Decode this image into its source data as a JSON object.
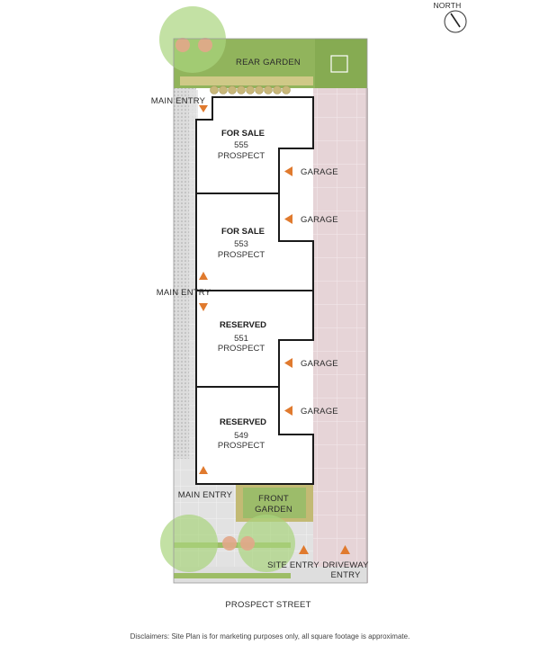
{
  "compass": {
    "label": "NORTH",
    "icon": "north-arrow-icon"
  },
  "labels": {
    "rear_garden": "REAR GARDEN",
    "main_entry_top": "MAIN ENTRY",
    "main_entry_middle": "MAIN ENTRY",
    "main_entry_bottom": "MAIN ENTRY",
    "garage_1": "GARAGE",
    "garage_2": "GARAGE",
    "garage_3": "GARAGE",
    "garage_4": "GARAGE",
    "front_garden_line1": "FRONT",
    "front_garden_line2": "GARDEN",
    "site_entry": "SITE ENTRY",
    "driveway_entry_line1": "DRIVEWAY",
    "driveway_entry_line2": "ENTRY",
    "street": "PROSPECT STREET"
  },
  "units": [
    {
      "status": "FOR SALE",
      "number": "555",
      "street": "PROSPECT"
    },
    {
      "status": "FOR SALE",
      "number": "553",
      "street": "PROSPECT"
    },
    {
      "status": "RESERVED",
      "number": "551",
      "street": "PROSPECT"
    },
    {
      "status": "RESERVED",
      "number": "549",
      "street": "PROSPECT"
    }
  ],
  "disclaimer": "Disclaimers: Site Plan is for marketing purposes only, all square footage is approximate.",
  "colors": {
    "lawn": "#8fb35a",
    "tree_canopy": "#a6d27a",
    "driveway": "#e6d3d6",
    "walkway": "#d7d7d7",
    "garden_bed": "#c9c07a",
    "entry_arrow": "#e07a2e",
    "wall": "#1a1a1a"
  }
}
